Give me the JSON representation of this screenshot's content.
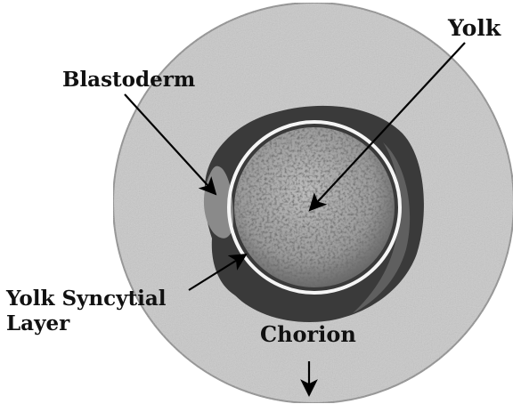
{
  "labels": {
    "yolk": "Yolk",
    "blastoderm": "Blastoderm",
    "ysl_line1": "Yolk Syncytial",
    "ysl_line2": "Layer",
    "chorion": "Chorion"
  },
  "colors": {
    "background": "#ffffff",
    "chorion_fill": "#c9c9c9",
    "chorion_edge": "#8f8f8f",
    "blastoderm_dark": "#3a3a3a",
    "blastoderm_mid": "#5f5f5f",
    "blastoderm_light": "#8a8a8a",
    "ysl_ring": "#f5f5f5",
    "yolk_base": "#8e8e8e",
    "yolk_light": "#b5b5b5",
    "arrow": "#000000",
    "text": "#111111"
  }
}
